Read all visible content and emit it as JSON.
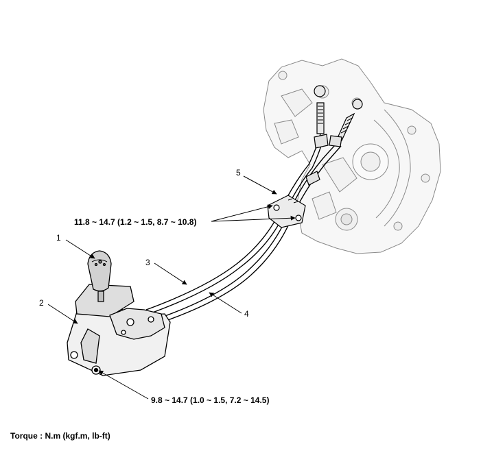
{
  "callouts": {
    "c1": "1",
    "c2": "2",
    "c3": "3",
    "c4": "4",
    "c5": "5"
  },
  "torque_upper": "11.8 ~ 14.7 (1.2 ~ 1.5, 8.7 ~ 10.8)",
  "torque_lower": "9.8 ~ 14.7 (1.0 ~ 1.5, 7.2 ~ 14.5)",
  "torque_unit_note": "Torque : N.m (kgf.m, lb-ft)"
}
